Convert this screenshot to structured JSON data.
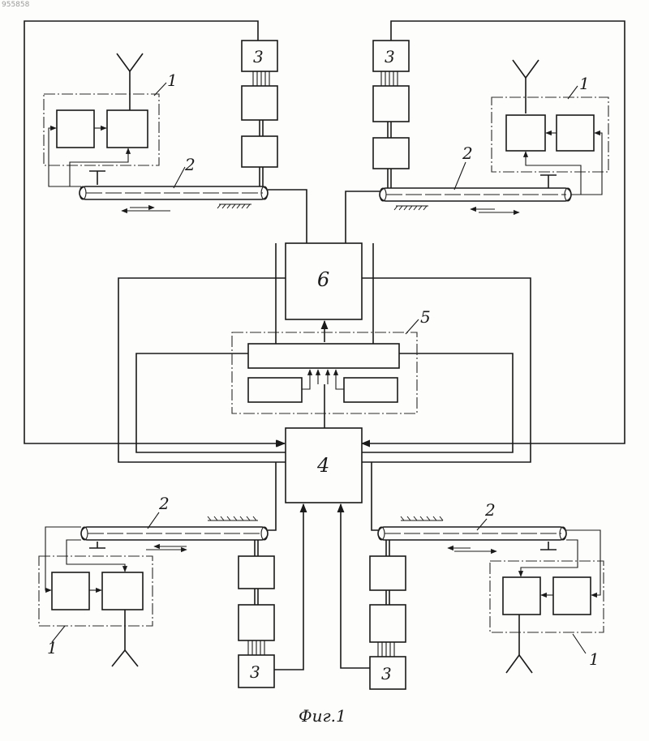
{
  "stamp": "955858",
  "caption": "Фиг.1",
  "labels": {
    "antenna_unit": "1",
    "line": "2",
    "block3": "3",
    "block4": "4",
    "block5": "5",
    "block6": "6"
  }
}
